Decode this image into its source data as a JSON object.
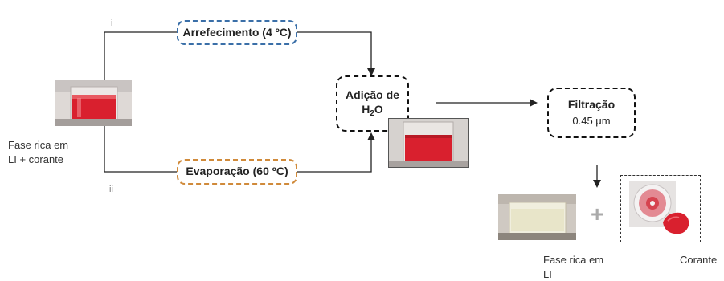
{
  "steps": {
    "cooling": "Arrefecimento (4 ºC)",
    "evaporation": "Evaporação (60 ºC)",
    "water_addition": {
      "line1": "Adição de",
      "h": "H",
      "sub": "2",
      "o": "O"
    },
    "filtration": {
      "label": "Filtração",
      "value": "0.45 μm"
    }
  },
  "branch_labels": {
    "upper": "i",
    "lower": "ii"
  },
  "start_label": {
    "line1": "Fase rica em",
    "line2": "LI + corante"
  },
  "products": {
    "il_phase": {
      "line1": "Fase rica em",
      "line2": "LI"
    },
    "plus": "+",
    "dye": "Corante"
  },
  "colors": {
    "cooling_border": "#3a6fa8",
    "evaporation_border": "#d08a3a",
    "red_solution": "#d9202e",
    "wire": "#222222"
  }
}
